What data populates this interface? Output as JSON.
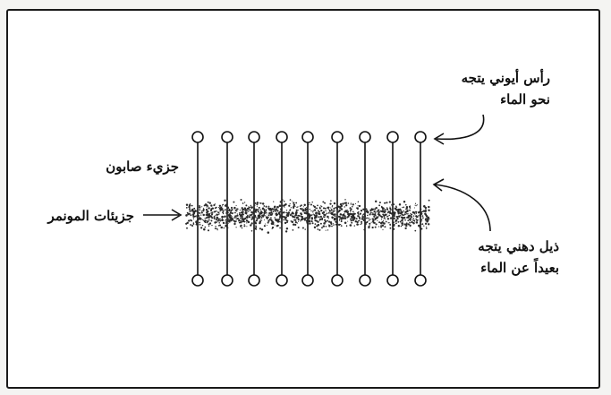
{
  "labels": {
    "ionic_head": [
      "رأس أيوني يتجه",
      "نحو الماء"
    ],
    "soap_molecule": "جزيء صابون",
    "monomer_molecules": "جزيئات المونمر",
    "oily_tail": [
      "ذيل دهني يتجه",
      "بعيداً عن الماء"
    ]
  },
  "molecule_count": 9,
  "colors": {
    "ink": "#111111",
    "stipple": "#2a2a2a"
  }
}
